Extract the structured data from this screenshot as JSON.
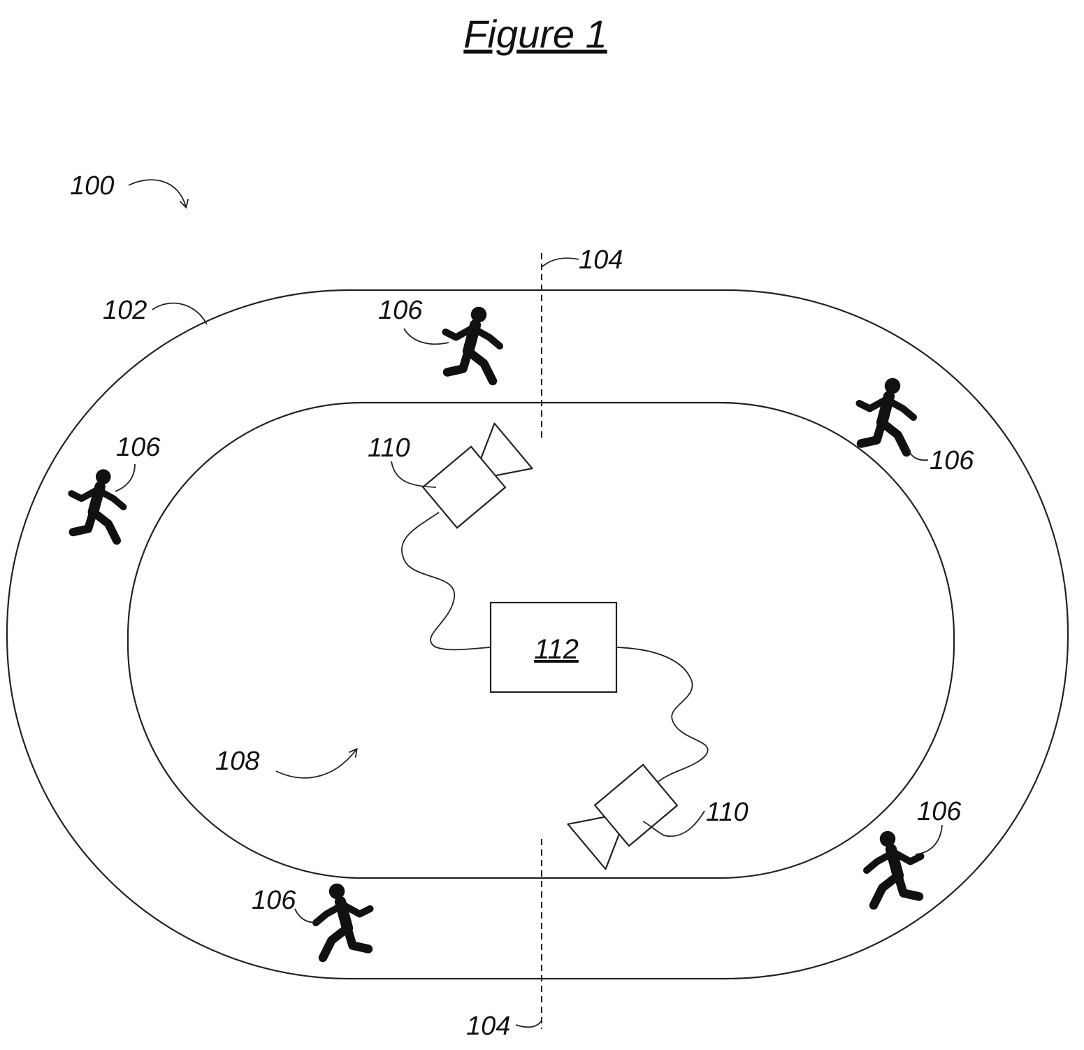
{
  "figure": {
    "title": "Figure 1"
  },
  "labels": {
    "system": "100",
    "track": "102",
    "finish_line": "104",
    "athlete": "106",
    "infield": "108",
    "camera": "110",
    "processor": "112"
  },
  "icons": {
    "athlete": "running-person-icon",
    "camera": "video-camera-icon"
  }
}
